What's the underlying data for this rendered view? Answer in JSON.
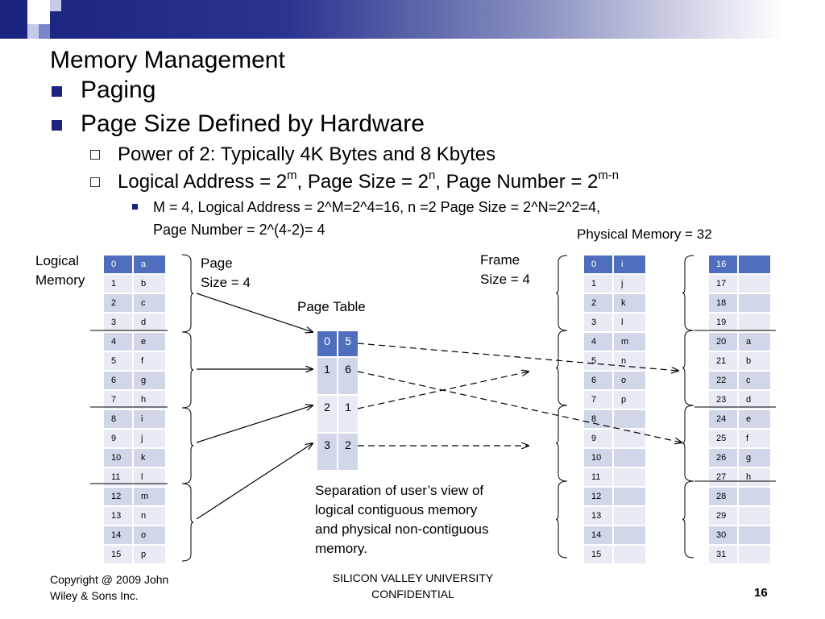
{
  "slide": {
    "title": "Memory Management",
    "bullets": {
      "paging": "Paging",
      "page_size_hw": "Page Size Defined by Hardware",
      "power_of_2": "Power of 2: Typically 4K Bytes and 8 Kbytes",
      "logical_address": {
        "a": "Logical Address = 2",
        "a_sup": "m",
        "b": ", Page Size = 2",
        "b_sup": "n",
        "c": ", Page Number = 2",
        "c_sup": "m-n"
      },
      "example_line1": "M = 4, Logical Address = 2^M=2^4=16, n =2 Page Size = 2^N=2^2=4,",
      "example_line2": "Page Number = 2^(4-2)= 4"
    }
  },
  "diagram": {
    "labels": {
      "logical_memory_1": "Logical",
      "logical_memory_2": "Memory",
      "page_size_1": "Page",
      "page_size_2": "Size = 4",
      "page_table": "Page Table",
      "frame_size_1": "Frame",
      "frame_size_2": "Size = 4",
      "physical_memory": "Physical Memory = 32",
      "note_1": "Separation of user’s view of",
      "note_2": "logical contiguous memory",
      "note_3": "and physical non-contiguous",
      "note_4": "memory."
    },
    "logical_memory": [
      [
        "0",
        "a"
      ],
      [
        "1",
        "b"
      ],
      [
        "2",
        "c"
      ],
      [
        "3",
        "d"
      ],
      [
        "4",
        "e"
      ],
      [
        "5",
        "f"
      ],
      [
        "6",
        "g"
      ],
      [
        "7",
        "h"
      ],
      [
        "8",
        "i"
      ],
      [
        "9",
        "j"
      ],
      [
        "10",
        "k"
      ],
      [
        "11",
        "l"
      ],
      [
        "12",
        "m"
      ],
      [
        "13",
        "n"
      ],
      [
        "14",
        "o"
      ],
      [
        "15",
        "p"
      ]
    ],
    "page_table": [
      [
        "0",
        "5"
      ],
      [
        "1",
        "6"
      ],
      [
        "2",
        "1"
      ],
      [
        "3",
        "2"
      ]
    ],
    "physical_memory_a": [
      [
        "0",
        "i"
      ],
      [
        "1",
        "j"
      ],
      [
        "2",
        "k"
      ],
      [
        "3",
        "l"
      ],
      [
        "4",
        "m"
      ],
      [
        "5",
        "n"
      ],
      [
        "6",
        "o"
      ],
      [
        "7",
        "p"
      ],
      [
        "8",
        ""
      ],
      [
        "9",
        ""
      ],
      [
        "10",
        ""
      ],
      [
        "11",
        ""
      ],
      [
        "12",
        ""
      ],
      [
        "13",
        ""
      ],
      [
        "14",
        ""
      ],
      [
        "15",
        ""
      ]
    ],
    "physical_memory_b": [
      [
        "16",
        ""
      ],
      [
        "17",
        ""
      ],
      [
        "18",
        ""
      ],
      [
        "19",
        ""
      ],
      [
        "20",
        "a"
      ],
      [
        "21",
        "b"
      ],
      [
        "22",
        "c"
      ],
      [
        "23",
        "d"
      ],
      [
        "24",
        "e"
      ],
      [
        "25",
        "f"
      ],
      [
        "26",
        "g"
      ],
      [
        "27",
        "h"
      ],
      [
        "28",
        ""
      ],
      [
        "29",
        ""
      ],
      [
        "30",
        ""
      ],
      [
        "31",
        ""
      ]
    ]
  },
  "footer": {
    "copyright_1": "Copyright @ 2009 John",
    "copyright_2": "Wiley & Sons Inc.",
    "org_1": "SILICON VALLEY UNIVERSITY",
    "org_2": "CONFIDENTIAL",
    "page_number": "16"
  },
  "colors": {
    "navy": "#1a237e",
    "table_header": "#4f6fbe",
    "table_row_dark": "#d1d7e8",
    "table_row_light": "#e8ebf3"
  }
}
